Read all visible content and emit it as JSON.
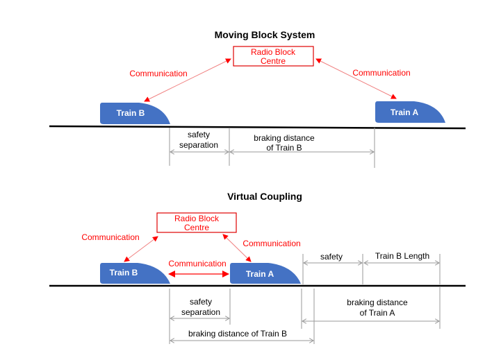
{
  "colors": {
    "train_fill": "#4472c4",
    "communication": "#ff0000",
    "rbc_border": "#e00000",
    "dimension_line": "#9a9a9a",
    "track": "#000000"
  },
  "moving_block": {
    "title": "Moving Block System",
    "rbc_line1": "Radio Block",
    "rbc_line2": "Centre",
    "comm_left": "Communication",
    "comm_right": "Communication",
    "train_b": "Train B",
    "train_a": "Train A",
    "safety_line1": "safety",
    "safety_line2": "separation",
    "braking_line1": "braking distance",
    "braking_line2": "of Train B"
  },
  "virtual_coupling": {
    "title": "Virtual Coupling",
    "rbc_line1": "Radio Block",
    "rbc_line2": "Centre",
    "comm_left": "Communication",
    "comm_right": "Communication",
    "comm_between": "Communication",
    "train_b": "Train B",
    "train_a": "Train A",
    "safety_top": "safety",
    "train_b_length": "Train B Length",
    "safety_line1": "safety",
    "safety_line2": "separation",
    "braking_a_line1": "braking distance",
    "braking_a_line2": "of Train A",
    "braking_b": "braking distance of Train B"
  }
}
